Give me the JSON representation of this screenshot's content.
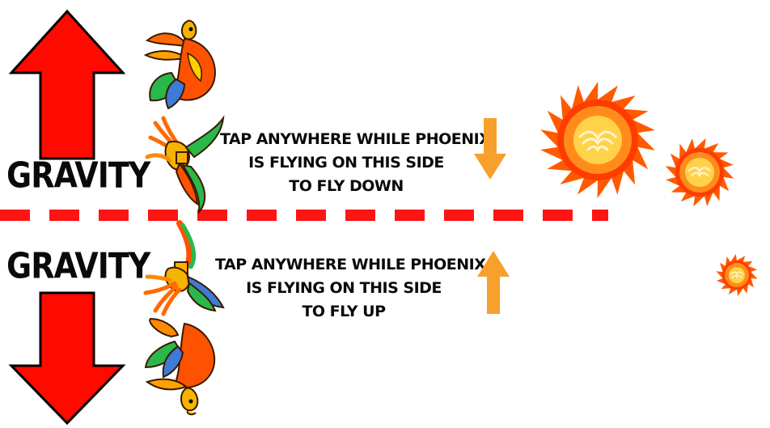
{
  "top_zone": {
    "gravity_label": "GRAVITY",
    "gravity_direction": "up",
    "instruction": [
      "TAP ANYWHERE WHILE PHOENIX",
      "IS FLYING ON THIS SIDE",
      "TO FLY DOWN"
    ],
    "hint_arrow_direction": "down"
  },
  "bottom_zone": {
    "gravity_label": "GRAVITY",
    "gravity_direction": "down",
    "instruction": [
      "TAP ANYWHERE WHILE PHOENIX",
      "IS FLYING ON THIS SIDE",
      "TO FLY UP"
    ],
    "hint_arrow_direction": "up"
  },
  "colors": {
    "gravity_arrow": "#ff0a00",
    "hint_arrow": "#f7a02c",
    "divider": "#ff1414",
    "text": "#0a0a0a",
    "fireball_outer": "#ff5a00",
    "fireball_inner": "#ffd24a"
  },
  "icons": [
    "gravity-up-arrow-icon",
    "gravity-down-arrow-icon",
    "phoenix-sprite-icon",
    "fireball-icon",
    "down-hint-arrow-icon",
    "up-hint-arrow-icon"
  ]
}
